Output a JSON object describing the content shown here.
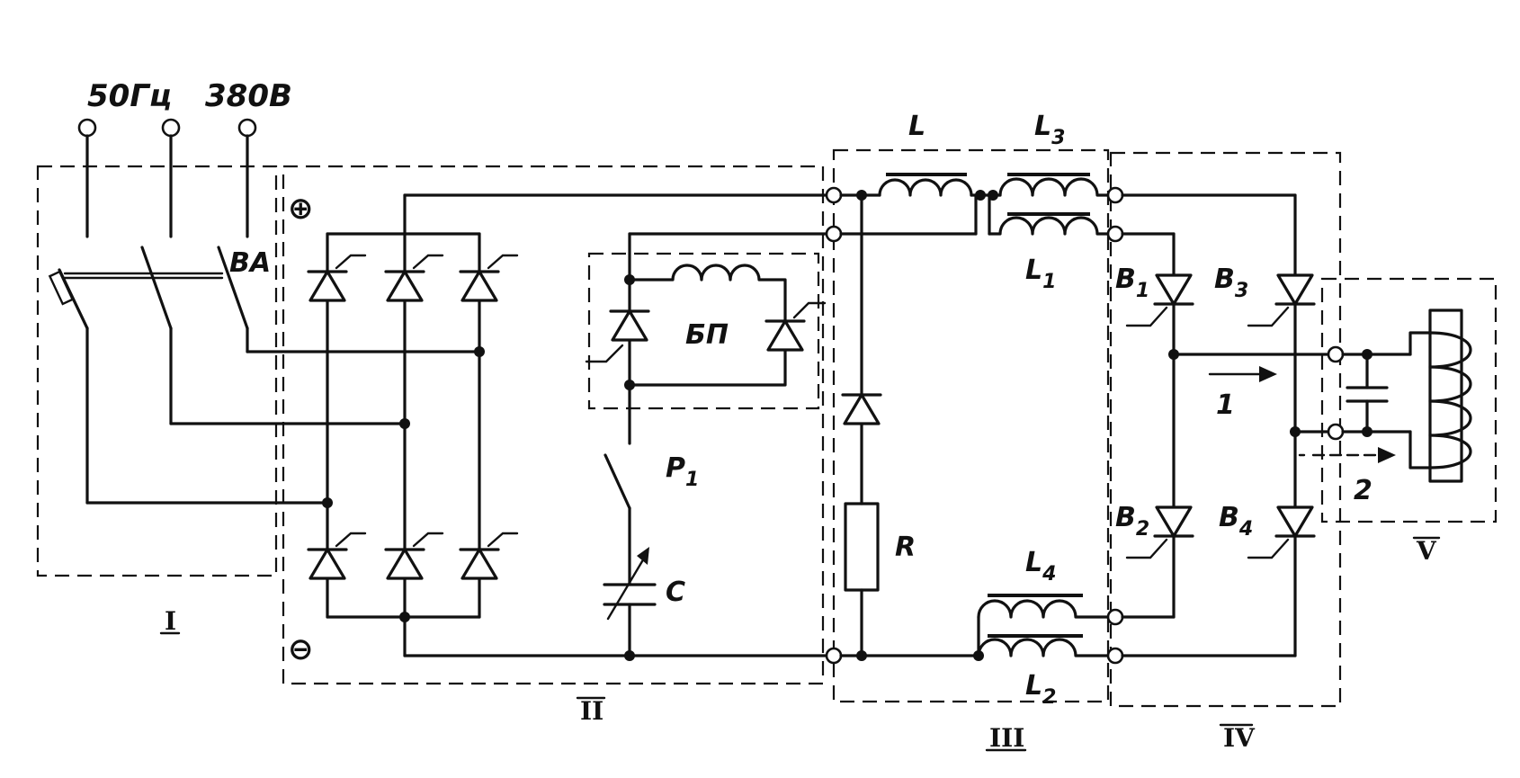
{
  "supply": {
    "frequency": "50Гц",
    "voltage": "380В"
  },
  "labels": {
    "breaker": "ВА",
    "plus": "⊕",
    "minus": "⊖",
    "power_block": "БП",
    "relay": "P",
    "relay_sub": "1",
    "capacitor": "C",
    "resistor": "R",
    "inductor_main": "L",
    "inductor_1": "L",
    "inductor_1_sub": "1",
    "inductor_2": "L",
    "inductor_2_sub": "2",
    "inductor_3": "L",
    "inductor_3_sub": "3",
    "inductor_4": "L",
    "inductor_4_sub": "4",
    "valve_1": "B",
    "valve_1_sub": "1",
    "valve_2": "B",
    "valve_2_sub": "2",
    "valve_3": "B",
    "valve_3_sub": "3",
    "valve_4": "B",
    "valve_4_sub": "4",
    "current_1": "1",
    "current_2": "2"
  },
  "sections": [
    "I",
    "II",
    "III",
    "IV",
    "V"
  ]
}
